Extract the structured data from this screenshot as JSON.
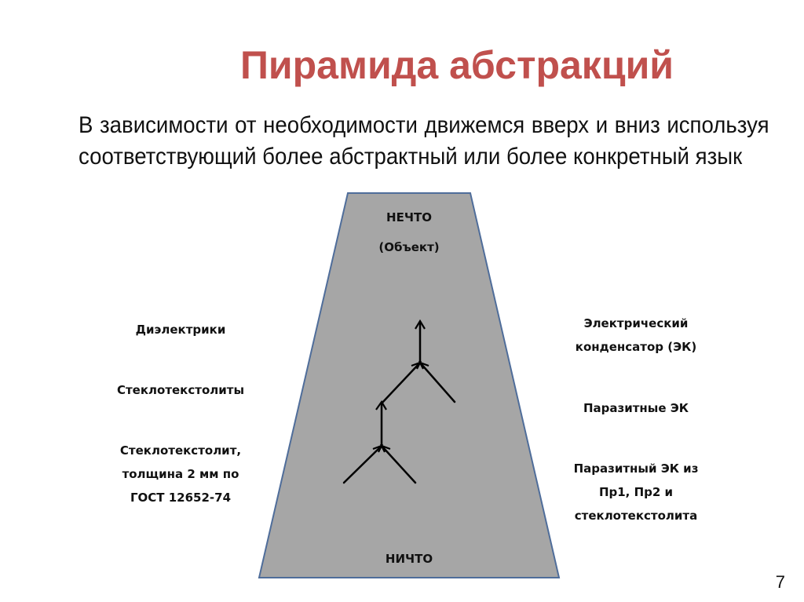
{
  "slide": {
    "title": "Пирамида абстракций",
    "subtitle": "В зависимости от необходимости движемся вверх и вниз используя соответствующий более абстрактный или более конкретный язык",
    "page_number": "7"
  },
  "colors": {
    "title": "#c0504d",
    "pyramid_fill": "#a6a6a6",
    "pyramid_border": "#4f6d9a",
    "arrow": "#000000"
  },
  "pyramid": {
    "top_label": "НЕЧТО",
    "top_sublabel": "(Объект)",
    "bottom_label": "НИЧТО"
  },
  "left_labels": [
    "Диэлектрики",
    "Стеклотекстолиты",
    "Стеклотекстолит, толщина 2 мм по ГОСТ 12652-74"
  ],
  "right_labels": [
    "Электрический конденсатор (ЭК)",
    "Паразитные ЭК",
    "Паразитный ЭК из Пр1,  Пр2 и стеклотекстолита"
  ]
}
